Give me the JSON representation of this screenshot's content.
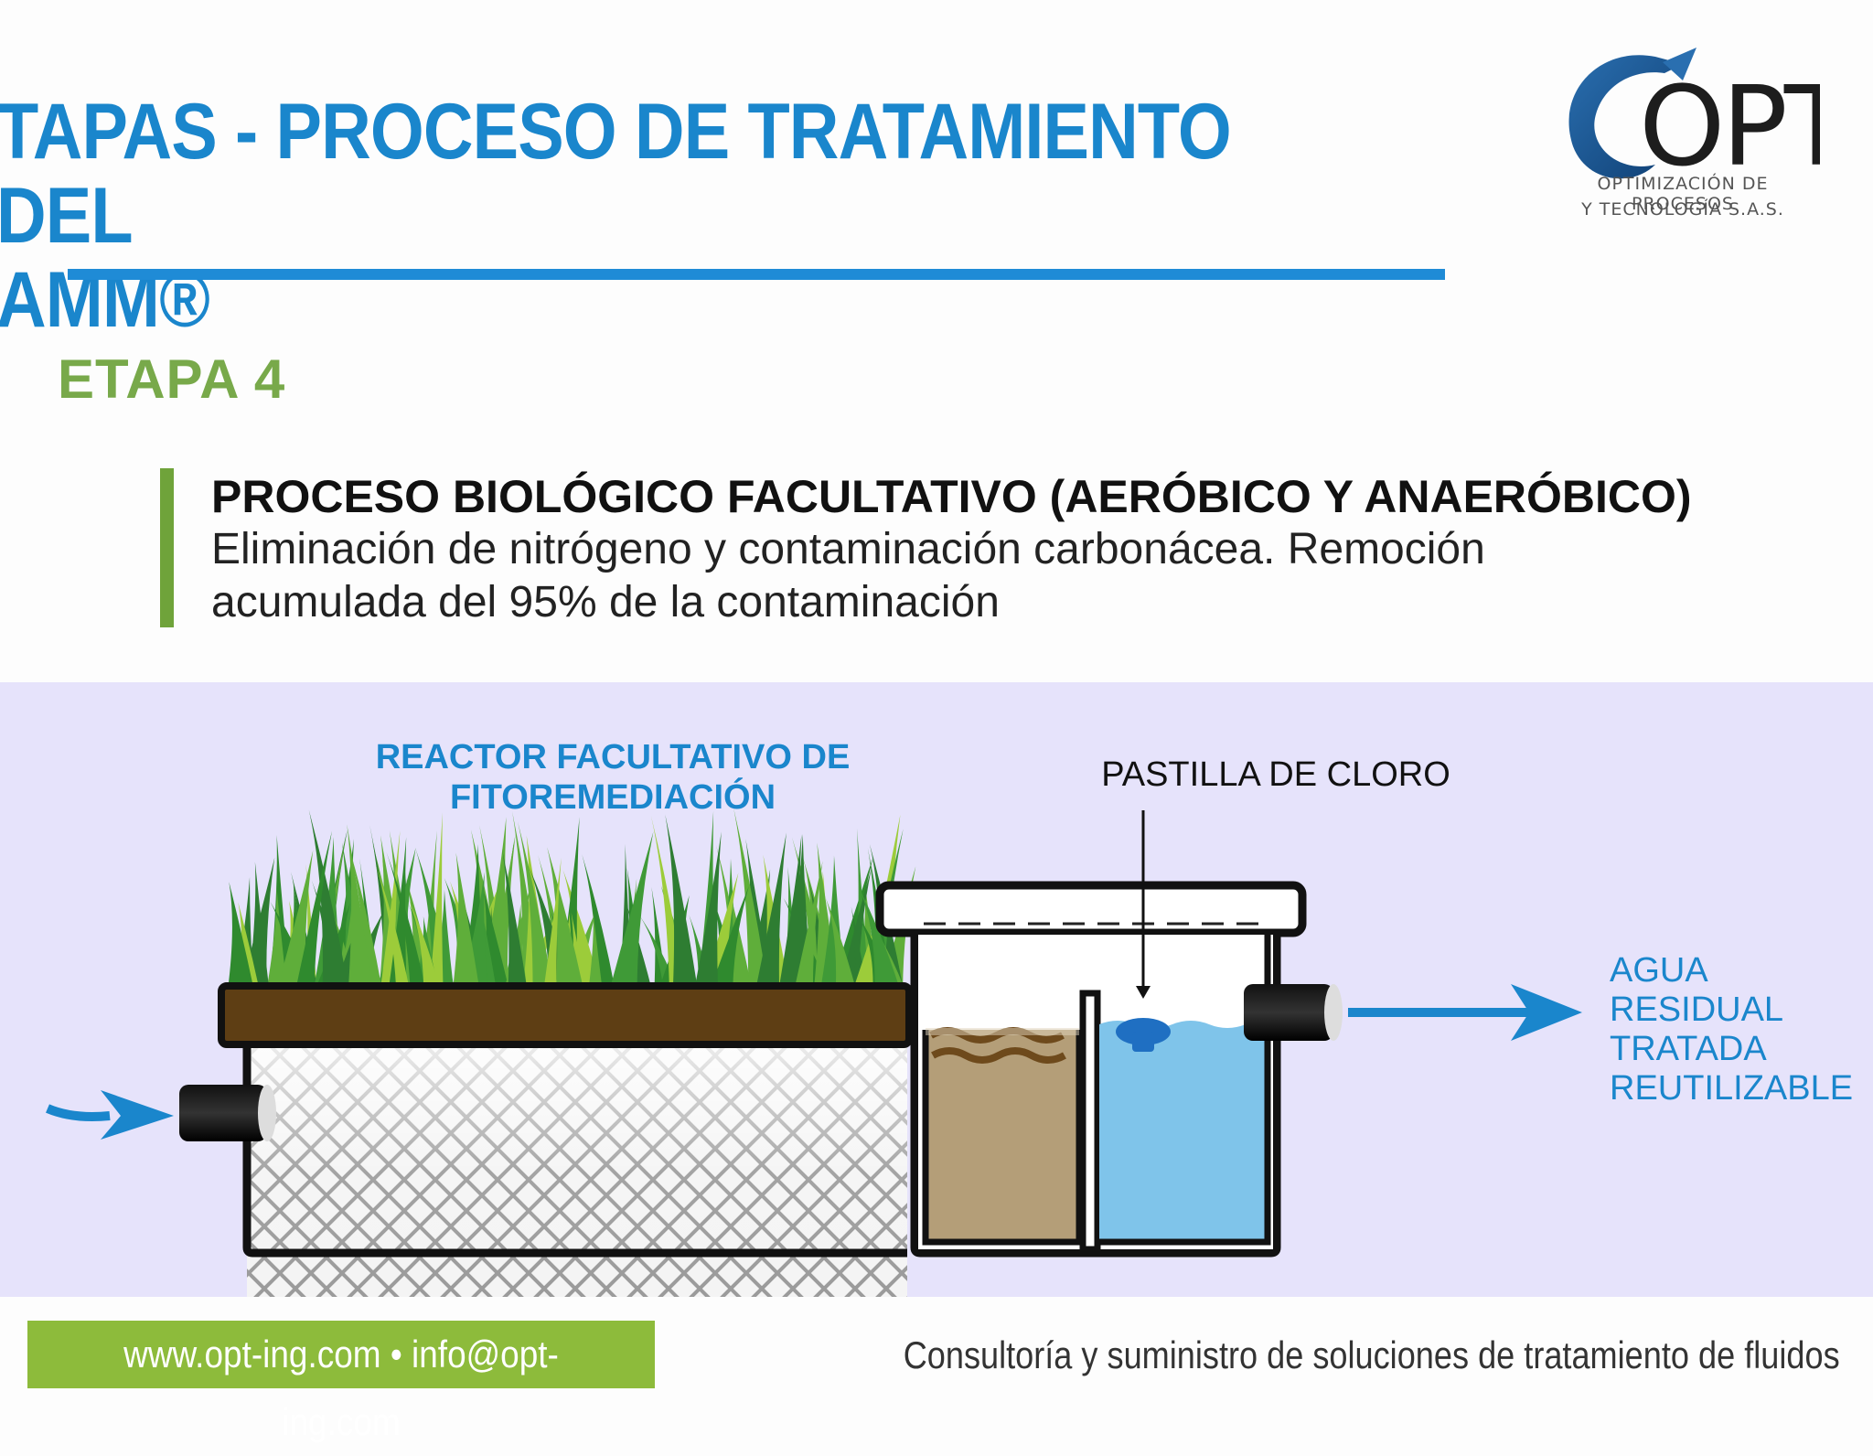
{
  "header": {
    "title": "TAPAS - PROCESO DE TRATAMIENTO DEL\nAMM®"
  },
  "logo": {
    "wordmark": "OPT",
    "tagline_line1": "OPTIMIZACIÓN DE PROCESOS",
    "tagline_line2": "Y TECNOLOGÍA S.A.S."
  },
  "stage": {
    "label": "ETAPA 4"
  },
  "description": {
    "heading": "PROCESO BIOLÓGICO FACULTATIVO (AERÓBICO Y ANAERÓBICO)",
    "body": "Eliminación de nitrógeno y contaminación carbonácea. Remoción acumulada del 95% de la contaminación"
  },
  "diagram": {
    "reactor_label": "REACTOR FACULTATIVO DE\nFITOREMEDIACIÓN",
    "chlorine_label": "PASTILLA DE CLORO",
    "output_label_lines": [
      "AGUA",
      "RESIDUAL",
      "TRATADA",
      "REUTILIZABLE"
    ],
    "colors": {
      "panel": "#e6e3fb",
      "soil": "#5e3e14",
      "water": "#7fc4ea",
      "sludge": "#b49e78",
      "arrow": "#1a86cc",
      "grass_dark": "#2e7d32",
      "grass_light": "#9ccc3a"
    }
  },
  "footer": {
    "contact": "www.opt-ing.com • info@opt-ing.com",
    "tagline": "Consultoría y suministro de soluciones de tratamiento de fluidos"
  }
}
